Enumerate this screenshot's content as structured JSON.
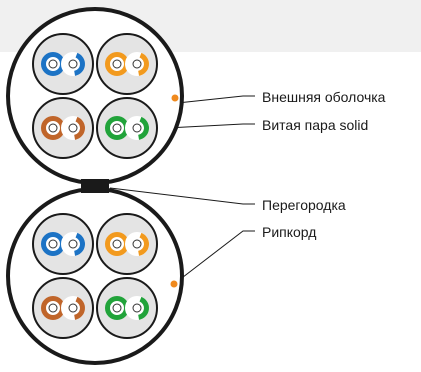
{
  "labels": {
    "outer_jacket": "Внешняя оболочка",
    "twisted_pair": "Витая пара solid",
    "separator": "Перегородка",
    "ripcord": "Рипкорд"
  },
  "colors": {
    "background_band": "#f0f0f0",
    "cable_fill": "#ffffff",
    "cable_outline": "#1a1a1a",
    "pair_fill": "#e4e4e4",
    "blue": "#1c73c5",
    "orange": "#f29a1e",
    "brown": "#c0652a",
    "green": "#21a33a",
    "ripcord": "#f08a1e",
    "leader_line": "#1a1a1a"
  },
  "pairs": [
    {
      "color": "blue",
      "icon": "blue-twisted-pair-icon"
    },
    {
      "color": "orange",
      "icon": "orange-twisted-pair-icon"
    },
    {
      "color": "brown",
      "icon": "brown-twisted-pair-icon"
    },
    {
      "color": "green",
      "icon": "green-twisted-pair-icon"
    }
  ]
}
